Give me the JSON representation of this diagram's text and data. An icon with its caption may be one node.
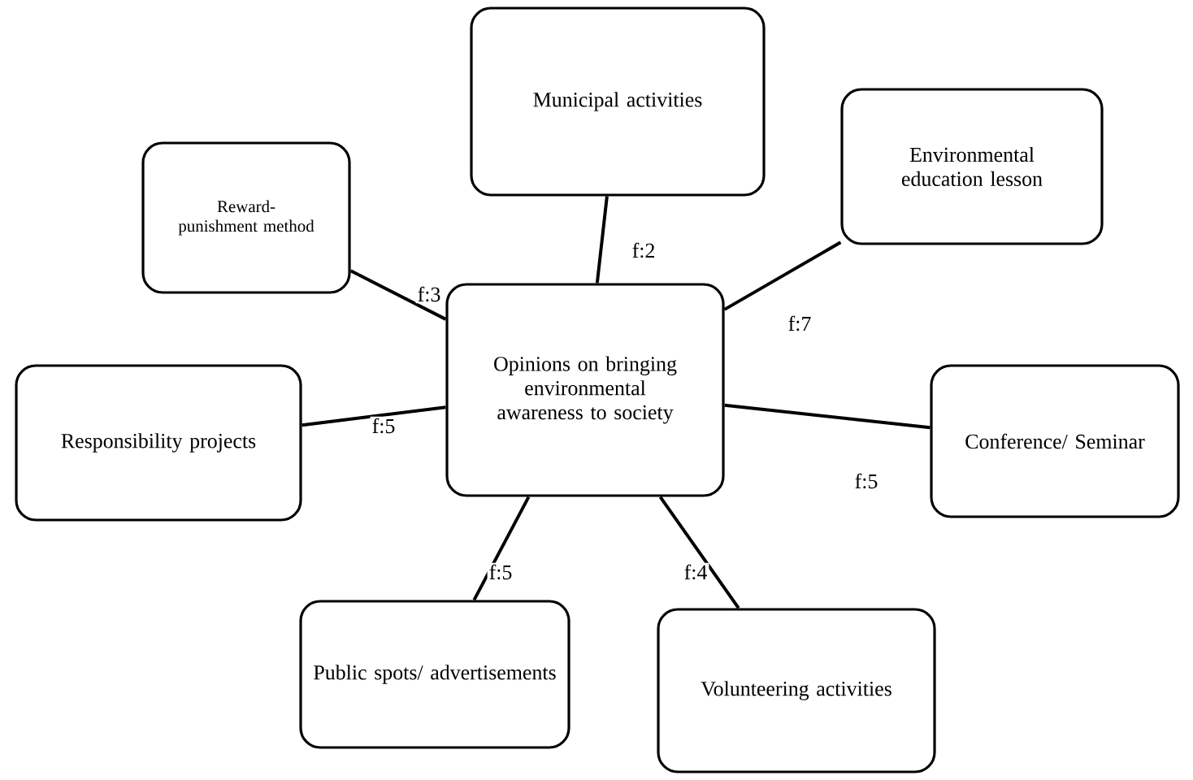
{
  "diagram": {
    "nodes": [
      {
        "text": [
          "Opinions on bringing environmental awareness to society"
        ]
      },
      {
        "text": [
          "Municipal activities"
        ]
      },
      {
        "text": [
          "Reward- punishment method"
        ]
      },
      {
        "text": [
          "Environmental education lesson"
        ]
      },
      {
        "text": [
          "Responsibility projects"
        ]
      },
      {
        "text": [
          "Conference/ Seminar"
        ]
      },
      {
        "text": [
          "Public spots/ advertisements"
        ]
      },
      {
        "text": [
          "Volunteering activities"
        ]
      }
    ],
    "edges": [
      {
        "from": 0,
        "to": 1,
        "arrow": "none",
        "label": "f:2"
      },
      {
        "from": 0,
        "to": 2,
        "arrow": "none",
        "label": "f:3"
      },
      {
        "from": 0,
        "to": 3,
        "arrow": "none",
        "label": "f:7"
      },
      {
        "from": 0,
        "to": 4,
        "arrow": "none",
        "label": "f:5"
      },
      {
        "from": 0,
        "to": 5,
        "arrow": "none",
        "label": "f:5"
      },
      {
        "from": 0,
        "to": 6,
        "arrow": "none",
        "label": "f:5"
      },
      {
        "from": 0,
        "to": 7,
        "arrow": "none",
        "label": "f:4"
      }
    ]
  }
}
